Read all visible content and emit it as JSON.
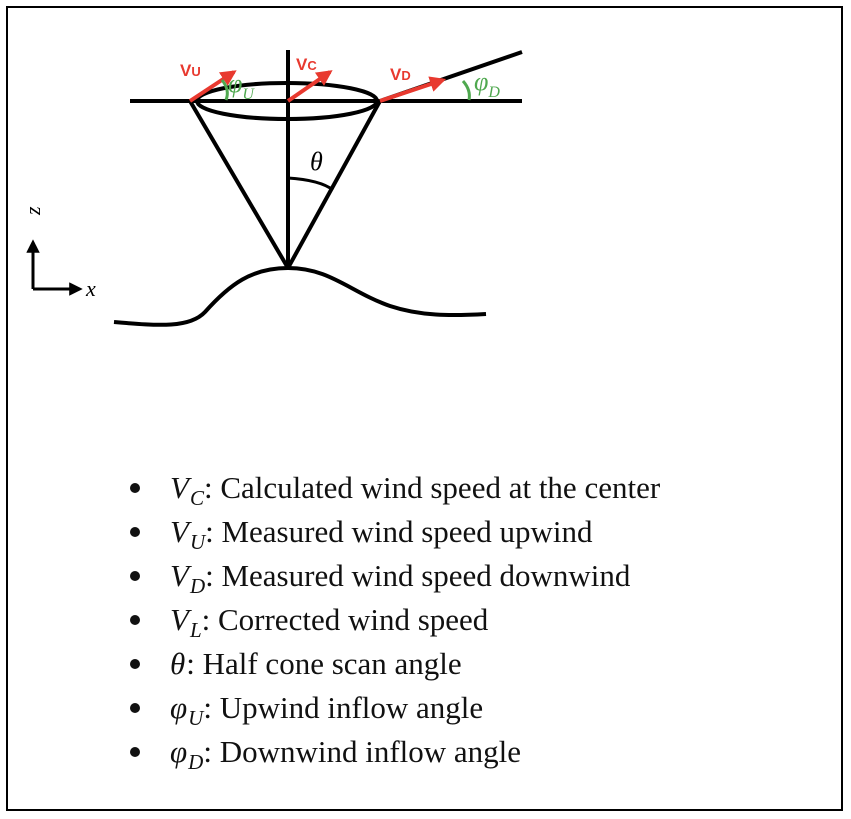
{
  "diagram": {
    "labels": {
      "v_u_main": "V",
      "v_u_sub": "U",
      "v_c_main": "V",
      "v_c_sub": "C",
      "v_d_main": "V",
      "v_d_sub": "D",
      "phi_u_main": "φ",
      "phi_u_sub": "U",
      "phi_d_main": "φ",
      "phi_d_sub": "D",
      "theta": "θ",
      "axis_z": "z⃗",
      "axis_x": "x⃗"
    },
    "colors": {
      "vector": "#e8392f",
      "angle": "#4fa84f",
      "line": "#000000"
    }
  },
  "legend": [
    {
      "symbol": "V",
      "sub": "C",
      "desc": ": Calculated wind speed at the center"
    },
    {
      "symbol": "V",
      "sub": "U",
      "desc": ": Measured wind speed upwind"
    },
    {
      "symbol": "V",
      "sub": "D",
      "desc": ": Measured wind speed downwind"
    },
    {
      "symbol": "V",
      "sub": "L",
      "desc": ": Corrected wind speed"
    },
    {
      "symbol": "θ",
      "sub": "",
      "desc": ": Half cone scan angle"
    },
    {
      "symbol": "φ",
      "sub": "U",
      "desc": ": Upwind inflow angle"
    },
    {
      "symbol": "φ",
      "sub": "D",
      "desc": ": Downwind inflow angle"
    }
  ]
}
